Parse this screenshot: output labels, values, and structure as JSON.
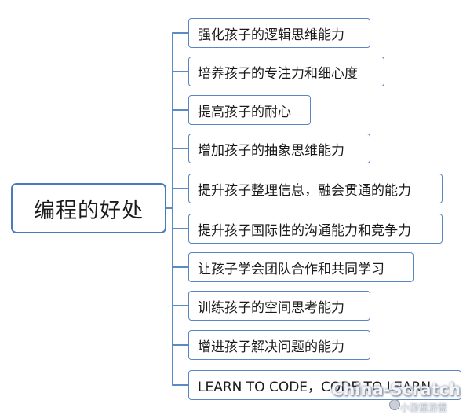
{
  "root": {
    "label": "编程的好处"
  },
  "branches": [
    {
      "label": "强化孩子的逻辑思维能力"
    },
    {
      "label": "培养孩子的专注力和细心度"
    },
    {
      "label": "提高孩子的耐心"
    },
    {
      "label": "增加孩子的抽象思维能力"
    },
    {
      "label": "提升孩子整理信息，融会贯通的能力"
    },
    {
      "label": "提升孩子国际性的沟通能力和竞争力"
    },
    {
      "label": "让孩子学会团队合作和共同学习"
    },
    {
      "label": "训练孩子的空间思考能力"
    },
    {
      "label": "增进孩子解决问题的能力"
    },
    {
      "label": "LEARN TO CODE，CODE TO LEARN"
    }
  ],
  "watermark": {
    "domain": "China-Scratch",
    "sub": "小游盟游盟"
  },
  "colors": {
    "border": "#5a86c0",
    "connector": "#5b8ac4",
    "text": "#1a1a1a"
  }
}
